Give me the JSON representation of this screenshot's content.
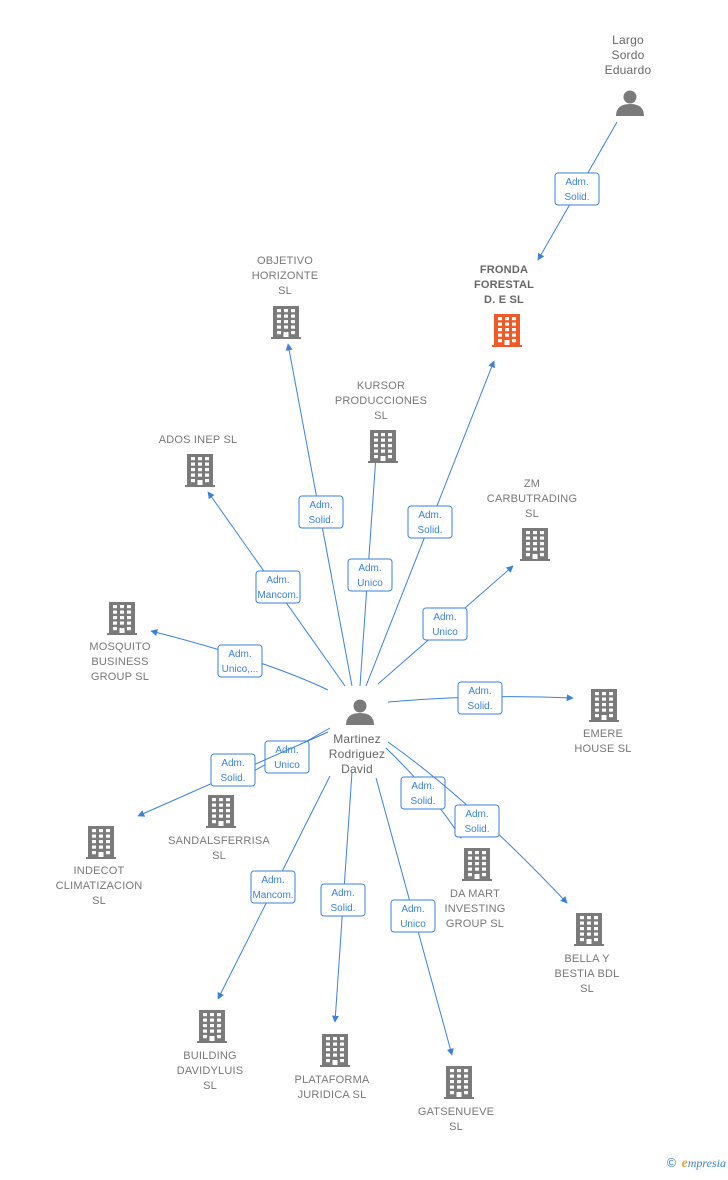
{
  "colors": {
    "accent": "#3b82d6",
    "building": "#7a7a7a",
    "highlight": "#f05a28",
    "person": "#7a7a7a"
  },
  "credit": {
    "symbol": "©",
    "brand_initial": "e",
    "brand_rest": "mpresia"
  },
  "nodes": [
    {
      "id": "largo",
      "type": "person",
      "icon": "person-icon",
      "lines": [
        "Largo",
        "Sordo",
        "Eduardo"
      ]
    },
    {
      "id": "fronda",
      "type": "company",
      "highlight": true,
      "icon": "building-icon",
      "lines": [
        "FRONDA",
        "FORESTAL",
        "D. E SL"
      ]
    },
    {
      "id": "objetivo",
      "type": "company",
      "icon": "building-icon",
      "lines": [
        "OBJETIVO",
        "HORIZONTE",
        "SL"
      ]
    },
    {
      "id": "kursor",
      "type": "company",
      "icon": "building-icon",
      "lines": [
        "KURSOR",
        "PRODUCCIONES",
        "SL"
      ]
    },
    {
      "id": "ados",
      "type": "company",
      "icon": "building-icon",
      "lines": [
        "ADOS INEP SL"
      ]
    },
    {
      "id": "zm",
      "type": "company",
      "icon": "building-icon",
      "lines": [
        "ZM",
        "CARBUTRADING",
        "SL"
      ]
    },
    {
      "id": "mosquito",
      "type": "company",
      "icon": "building-icon",
      "lines": [
        "MOSQUITO",
        "BUSINESS",
        "GROUP SL"
      ]
    },
    {
      "id": "martinez",
      "type": "person",
      "icon": "person-icon",
      "lines": [
        "Martinez",
        "Rodriguez",
        "David"
      ]
    },
    {
      "id": "emere",
      "type": "company",
      "icon": "building-icon",
      "lines": [
        "EMERE",
        "HOUSE SL"
      ]
    },
    {
      "id": "sandals",
      "type": "company",
      "icon": "building-icon",
      "lines": [
        "SANDALSFERRISA",
        "SL"
      ]
    },
    {
      "id": "indecot",
      "type": "company",
      "icon": "building-icon",
      "lines": [
        "INDECOT",
        "CLIMATIZACION",
        "SL"
      ]
    },
    {
      "id": "damart",
      "type": "company",
      "icon": "building-icon",
      "lines": [
        "DA MART",
        "INVESTING",
        "GROUP SL"
      ]
    },
    {
      "id": "bella",
      "type": "company",
      "icon": "building-icon",
      "lines": [
        "BELLA Y",
        "BESTIA BDL",
        "SL"
      ]
    },
    {
      "id": "building",
      "type": "company",
      "icon": "building-icon",
      "lines": [
        "BUILDING",
        "DAVIDYLUIS",
        "SL"
      ]
    },
    {
      "id": "plataforma",
      "type": "company",
      "icon": "building-icon",
      "lines": [
        "PLATAFORMA",
        "JURIDICA SL"
      ]
    },
    {
      "id": "gatsenueve",
      "type": "company",
      "icon": "building-icon",
      "lines": [
        "GATSENUEVE",
        "SL"
      ]
    }
  ],
  "edges": [
    {
      "from": "largo",
      "to": "fronda",
      "lines": [
        "Adm.",
        "Solid."
      ]
    },
    {
      "from": "martinez",
      "to": "objetivo",
      "lines": [
        "Adm.",
        "Solid."
      ]
    },
    {
      "from": "martinez",
      "to": "kursor",
      "lines": [
        "Adm.",
        "Unico"
      ]
    },
    {
      "from": "martinez",
      "to": "fronda",
      "lines": [
        "Adm.",
        "Solid."
      ]
    },
    {
      "from": "martinez",
      "to": "ados",
      "lines": [
        "Adm.",
        "Mancom."
      ]
    },
    {
      "from": "martinez",
      "to": "zm",
      "lines": [
        "Adm.",
        "Unico"
      ]
    },
    {
      "from": "martinez",
      "to": "mosquito",
      "lines": [
        "Adm.",
        "Unico,..."
      ]
    },
    {
      "from": "martinez",
      "to": "emere",
      "lines": [
        "Adm.",
        "Solid."
      ]
    },
    {
      "from": "martinez",
      "to": "sandals",
      "lines": [
        "Adm.",
        "Unico"
      ]
    },
    {
      "from": "martinez",
      "to": "indecot",
      "lines": [
        "Adm.",
        "Solid."
      ]
    },
    {
      "from": "martinez",
      "to": "damart",
      "lines": [
        "Adm.",
        "Solid."
      ]
    },
    {
      "from": "martinez",
      "to": "bella",
      "lines": [
        "Adm.",
        "Solid."
      ]
    },
    {
      "from": "martinez",
      "to": "building",
      "lines": [
        "Adm.",
        "Mancom."
      ]
    },
    {
      "from": "martinez",
      "to": "plataforma",
      "lines": [
        "Adm.",
        "Solid."
      ]
    },
    {
      "from": "martinez",
      "to": "gatsenueve",
      "lines": [
        "Adm.",
        "Unico"
      ]
    }
  ]
}
